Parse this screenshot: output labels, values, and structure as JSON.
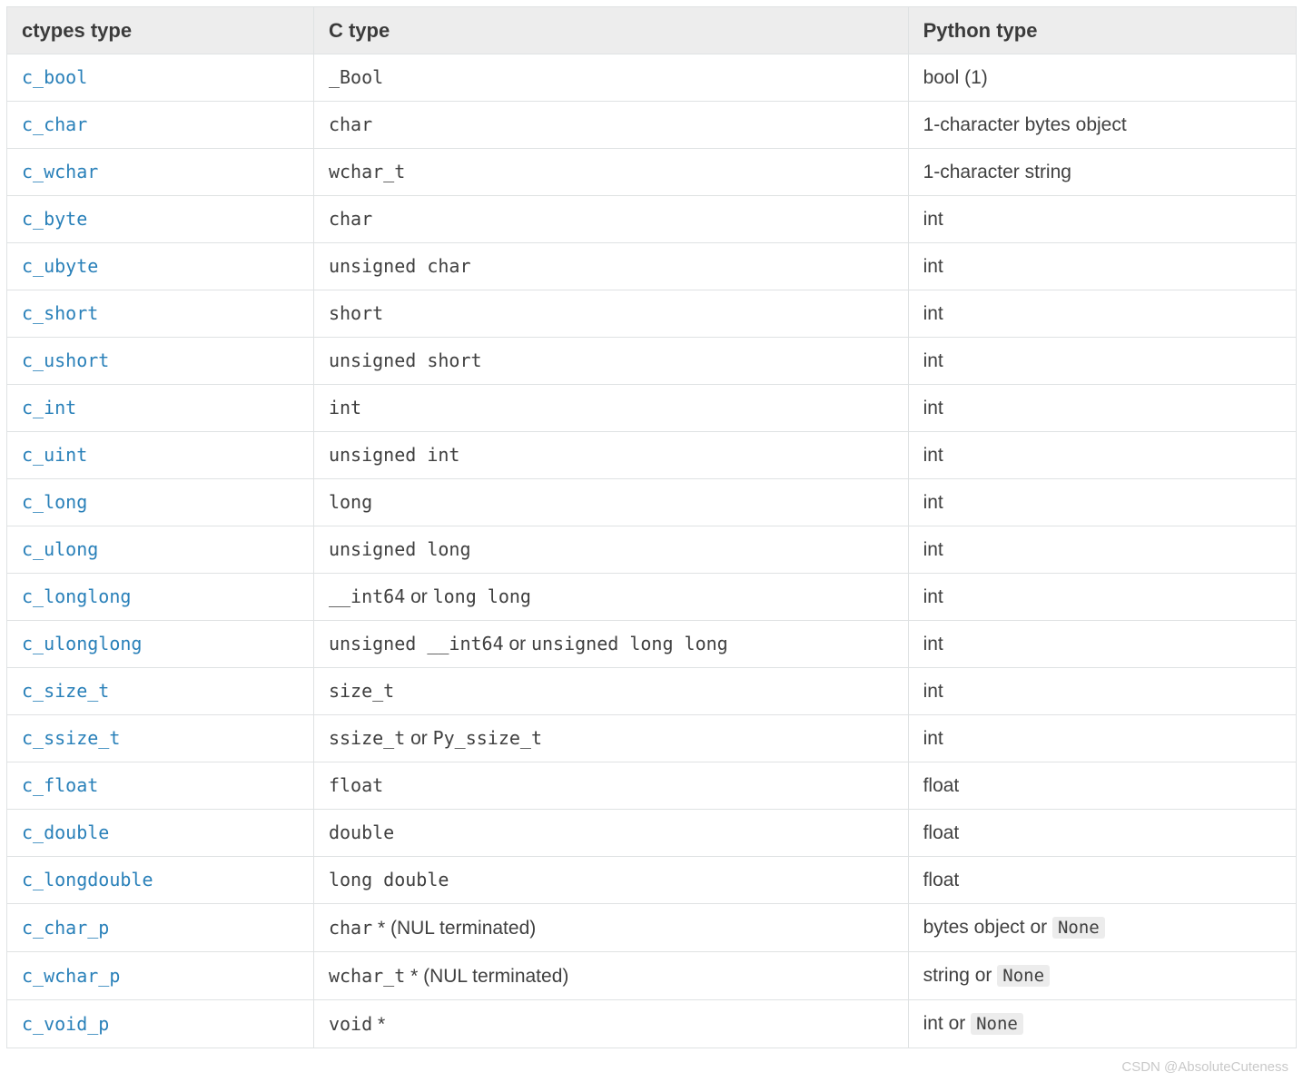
{
  "page": {
    "watermark": "CSDN @AbsoluteCuteness"
  },
  "table": {
    "headers": [
      {
        "label": "ctypes type"
      },
      {
        "label": "C type"
      },
      {
        "label": "Python type"
      }
    ],
    "rows": [
      {
        "ctypes_type": "c_bool",
        "c_type": [
          {
            "style": "code",
            "text": "_Bool"
          }
        ],
        "python_type": [
          {
            "style": "plain",
            "text": "bool (1)"
          }
        ]
      },
      {
        "ctypes_type": "c_char",
        "c_type": [
          {
            "style": "code",
            "text": "char"
          }
        ],
        "python_type": [
          {
            "style": "plain",
            "text": "1-character bytes object"
          }
        ]
      },
      {
        "ctypes_type": "c_wchar",
        "c_type": [
          {
            "style": "code",
            "text": "wchar_t"
          }
        ],
        "python_type": [
          {
            "style": "plain",
            "text": "1-character string"
          }
        ]
      },
      {
        "ctypes_type": "c_byte",
        "c_type": [
          {
            "style": "code",
            "text": "char"
          }
        ],
        "python_type": [
          {
            "style": "plain",
            "text": "int"
          }
        ]
      },
      {
        "ctypes_type": "c_ubyte",
        "c_type": [
          {
            "style": "code",
            "text": "unsigned char"
          }
        ],
        "python_type": [
          {
            "style": "plain",
            "text": "int"
          }
        ]
      },
      {
        "ctypes_type": "c_short",
        "c_type": [
          {
            "style": "code",
            "text": "short"
          }
        ],
        "python_type": [
          {
            "style": "plain",
            "text": "int"
          }
        ]
      },
      {
        "ctypes_type": "c_ushort",
        "c_type": [
          {
            "style": "code",
            "text": "unsigned short"
          }
        ],
        "python_type": [
          {
            "style": "plain",
            "text": "int"
          }
        ]
      },
      {
        "ctypes_type": "c_int",
        "c_type": [
          {
            "style": "code",
            "text": "int"
          }
        ],
        "python_type": [
          {
            "style": "plain",
            "text": "int"
          }
        ]
      },
      {
        "ctypes_type": "c_uint",
        "c_type": [
          {
            "style": "code",
            "text": "unsigned int"
          }
        ],
        "python_type": [
          {
            "style": "plain",
            "text": "int"
          }
        ]
      },
      {
        "ctypes_type": "c_long",
        "c_type": [
          {
            "style": "code",
            "text": "long"
          }
        ],
        "python_type": [
          {
            "style": "plain",
            "text": "int"
          }
        ]
      },
      {
        "ctypes_type": "c_ulong",
        "c_type": [
          {
            "style": "code",
            "text": "unsigned long"
          }
        ],
        "python_type": [
          {
            "style": "plain",
            "text": "int"
          }
        ]
      },
      {
        "ctypes_type": "c_longlong",
        "c_type": [
          {
            "style": "code",
            "text": "__int64"
          },
          {
            "style": "plain",
            "text": " or "
          },
          {
            "style": "code",
            "text": "long long"
          }
        ],
        "python_type": [
          {
            "style": "plain",
            "text": "int"
          }
        ]
      },
      {
        "ctypes_type": "c_ulonglong",
        "c_type": [
          {
            "style": "code",
            "text": "unsigned __int64"
          },
          {
            "style": "plain",
            "text": " or "
          },
          {
            "style": "code",
            "text": "unsigned long long"
          }
        ],
        "python_type": [
          {
            "style": "plain",
            "text": "int"
          }
        ]
      },
      {
        "ctypes_type": "c_size_t",
        "c_type": [
          {
            "style": "code",
            "text": "size_t"
          }
        ],
        "python_type": [
          {
            "style": "plain",
            "text": "int"
          }
        ]
      },
      {
        "ctypes_type": "c_ssize_t",
        "c_type": [
          {
            "style": "code",
            "text": "ssize_t"
          },
          {
            "style": "plain",
            "text": " or "
          },
          {
            "style": "code",
            "text": "Py_ssize_t"
          }
        ],
        "python_type": [
          {
            "style": "plain",
            "text": "int"
          }
        ]
      },
      {
        "ctypes_type": "c_float",
        "c_type": [
          {
            "style": "code",
            "text": "float"
          }
        ],
        "python_type": [
          {
            "style": "plain",
            "text": "float"
          }
        ]
      },
      {
        "ctypes_type": "c_double",
        "c_type": [
          {
            "style": "code",
            "text": "double"
          }
        ],
        "python_type": [
          {
            "style": "plain",
            "text": "float"
          }
        ]
      },
      {
        "ctypes_type": "c_longdouble",
        "c_type": [
          {
            "style": "code",
            "text": "long double"
          }
        ],
        "python_type": [
          {
            "style": "plain",
            "text": "float"
          }
        ]
      },
      {
        "ctypes_type": "c_char_p",
        "c_type": [
          {
            "style": "code",
            "text": "char"
          },
          {
            "style": "plain",
            "text": " * (NUL terminated)"
          }
        ],
        "python_type": [
          {
            "style": "plain",
            "text": "bytes object or "
          },
          {
            "style": "literal",
            "text": "None"
          }
        ]
      },
      {
        "ctypes_type": "c_wchar_p",
        "c_type": [
          {
            "style": "code",
            "text": "wchar_t"
          },
          {
            "style": "plain",
            "text": " * (NUL terminated)"
          }
        ],
        "python_type": [
          {
            "style": "plain",
            "text": "string or "
          },
          {
            "style": "literal",
            "text": "None"
          }
        ]
      },
      {
        "ctypes_type": "c_void_p",
        "c_type": [
          {
            "style": "code",
            "text": "void"
          },
          {
            "style": "plain",
            "text": " *"
          }
        ],
        "python_type": [
          {
            "style": "plain",
            "text": "int or "
          },
          {
            "style": "literal",
            "text": "None"
          }
        ]
      }
    ]
  }
}
